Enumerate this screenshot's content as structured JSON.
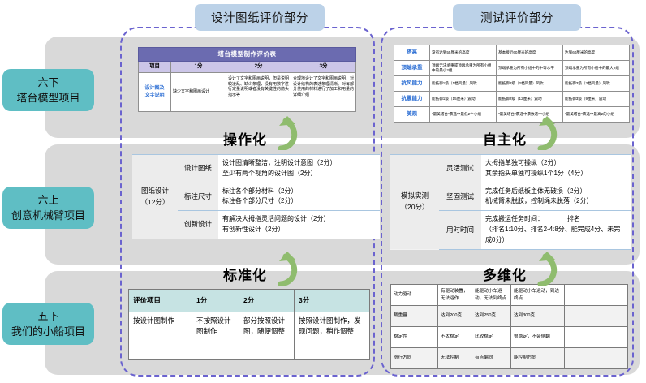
{
  "sections": {
    "design": "设计图纸评价部分",
    "test": "测试评价部分"
  },
  "projects": [
    {
      "grade": "六下",
      "name": "塔台模型项目"
    },
    {
      "grade": "六上",
      "name": "创意机械臂项目"
    },
    {
      "grade": "五下",
      "name": "我们的小船项目"
    }
  ],
  "process_labels": {
    "p1": "操作化",
    "p2": "自主化",
    "p3": "标准化",
    "p4": "多维化"
  },
  "tower_design_table": {
    "title": "塔台模型制作评价表",
    "headers": [
      "项目",
      "1分",
      "2分",
      "3分"
    ],
    "row_label": "设计图及\n文字说明",
    "cells": [
      "缺少文字和图画设计",
      "设计了文字和图画说明，但是说明较凌乱、缺少条理，没有用数字进行定量说明或者没有关键性的箭头指示等",
      "合理地设计了文字和图画说明，对设计结构的表述条理清晰。对每部分使用的材料进行了加工和用量的详细介绍"
    ]
  },
  "tower_test_table": {
    "rows": [
      {
        "label": "塔高",
        "cells": [
          "没有达到55厘米的高度",
          "基本接近60厘米的高度",
          "达到60厘米的高度"
        ]
      },
      {
        "label": "顶端承重",
        "cells": [
          "顶端无法承重或顶端承重为所有小组中的最小2组",
          "顶端承重为所有小组中的中等水平",
          "顶端承重为所有小组中的最大2组"
        ]
      },
      {
        "label": "抗风能力",
        "cells": [
          "能抵御1级（1档风量）风吹",
          "能抵御2级（2档风量）风吹",
          "能抵御3级（3档风量）风吹"
        ]
      },
      {
        "label": "抗震能力",
        "cells": [
          "能抵御1级（15厘米）震动",
          "能抵御2级（12厘米）震动",
          "能抵御3级（9厘米）震动"
        ]
      },
      {
        "label": "美观",
        "cells": [
          "\"最美塔台\"票选中最低2个小组",
          "\"最美塔台\"票选中票数适中小组",
          "\"最美塔台\"票选中最高2的小组"
        ]
      }
    ]
  },
  "arm_design_table": {
    "group": "图纸设计\n（12分）",
    "rows": [
      {
        "sub": "设计图纸",
        "desc": "设计图清晰整洁，注明设计意图（2分）\n至少有两个视角的设计图（2分）"
      },
      {
        "sub": "标注尺寸",
        "desc": "标注各个部分材料（2分）\n标注各个部分尺寸（2分）"
      },
      {
        "sub": "创新设计",
        "desc": "有解决大拇指灵活问题的设计（2分）\n有创新性设计（2分）"
      }
    ]
  },
  "arm_test_table": {
    "group": "模拟实测\n（20分）",
    "rows": [
      {
        "sub": "灵活测试",
        "desc": "大拇指单独可操纵（2分）\n其余指头单独可操纵1个1分（4分）"
      },
      {
        "sub": "坚固测试",
        "desc": "完成任务后纸板主体无破损（2分）\n机械臂未脱胶，控制绳未脱落（2分）"
      },
      {
        "sub": "用时时间",
        "desc": "完成搬运任务时间：______   排名______\n（排名1:10分、排名2-4:8分、能完成4分、未完成0分）"
      }
    ]
  },
  "boat_design_table": {
    "headers": [
      "评价项目",
      "1分",
      "2分",
      "3分"
    ],
    "rows": [
      {
        "item": "按设计图制作",
        "cells": [
          "不按照设计图制作",
          "部分按照设计图，随便调整",
          "按照设计图制作，发现问题，稍作调整"
        ]
      }
    ]
  },
  "boat_test_table": {
    "rows": [
      {
        "label": "动力驱动",
        "cells": [
          "有驱动装置，无法运作",
          "能驱动小车运动，无法到终点",
          "能驱动小车运动，到达终点",
          "",
          ""
        ]
      },
      {
        "label": "载重量",
        "cells": [
          "达到200克",
          "达到250克",
          "达到300克",
          "",
          ""
        ]
      },
      {
        "label": "稳定性",
        "cells": [
          "不太稳定",
          "比较稳定",
          "很稳定，不会侧翻",
          "",
          ""
        ]
      },
      {
        "label": "航行方向",
        "cells": [
          "无法控制",
          "有点偏向",
          "能控制方向",
          "",
          ""
        ]
      }
    ]
  },
  "colors": {
    "section_pill": "#bcd2e8",
    "project_pill": "#5fbec4",
    "panel": "#d9d9d9",
    "dash_border": "#6b63cf",
    "arrow": "#8fbc6e",
    "table_title": "#6b6bb0",
    "table_header": "#ccc6e8",
    "link_blue": "#2d6fd4",
    "boat_header": "#c6e3e3"
  }
}
